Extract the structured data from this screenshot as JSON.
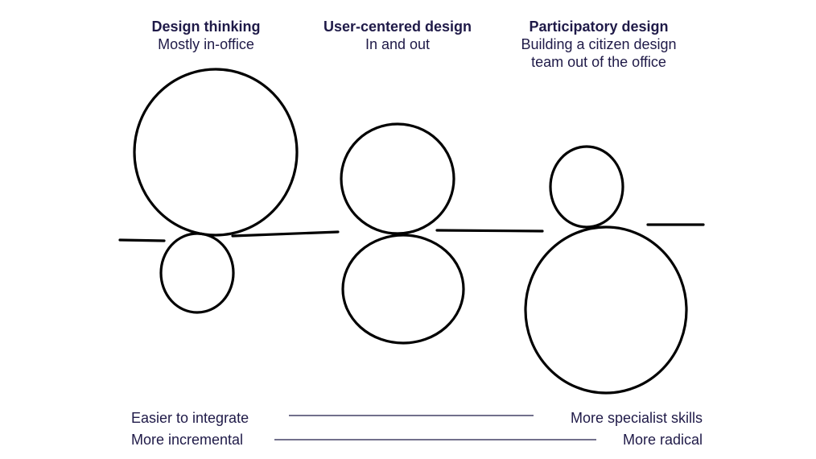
{
  "columns": [
    {
      "title": "Design thinking",
      "subtitle": "Mostly in-office"
    },
    {
      "title": "User-centered design",
      "subtitle": "In and out"
    },
    {
      "title": "Participatory design",
      "subtitle": "Building a citizen design team out of the office"
    }
  ],
  "scales": [
    {
      "left": "Easier to integrate",
      "right": "More specialist skills"
    },
    {
      "left": "More incremental",
      "right": "More radical"
    }
  ],
  "colors": {
    "text": "#1f1a48",
    "sketch": "#000000"
  }
}
